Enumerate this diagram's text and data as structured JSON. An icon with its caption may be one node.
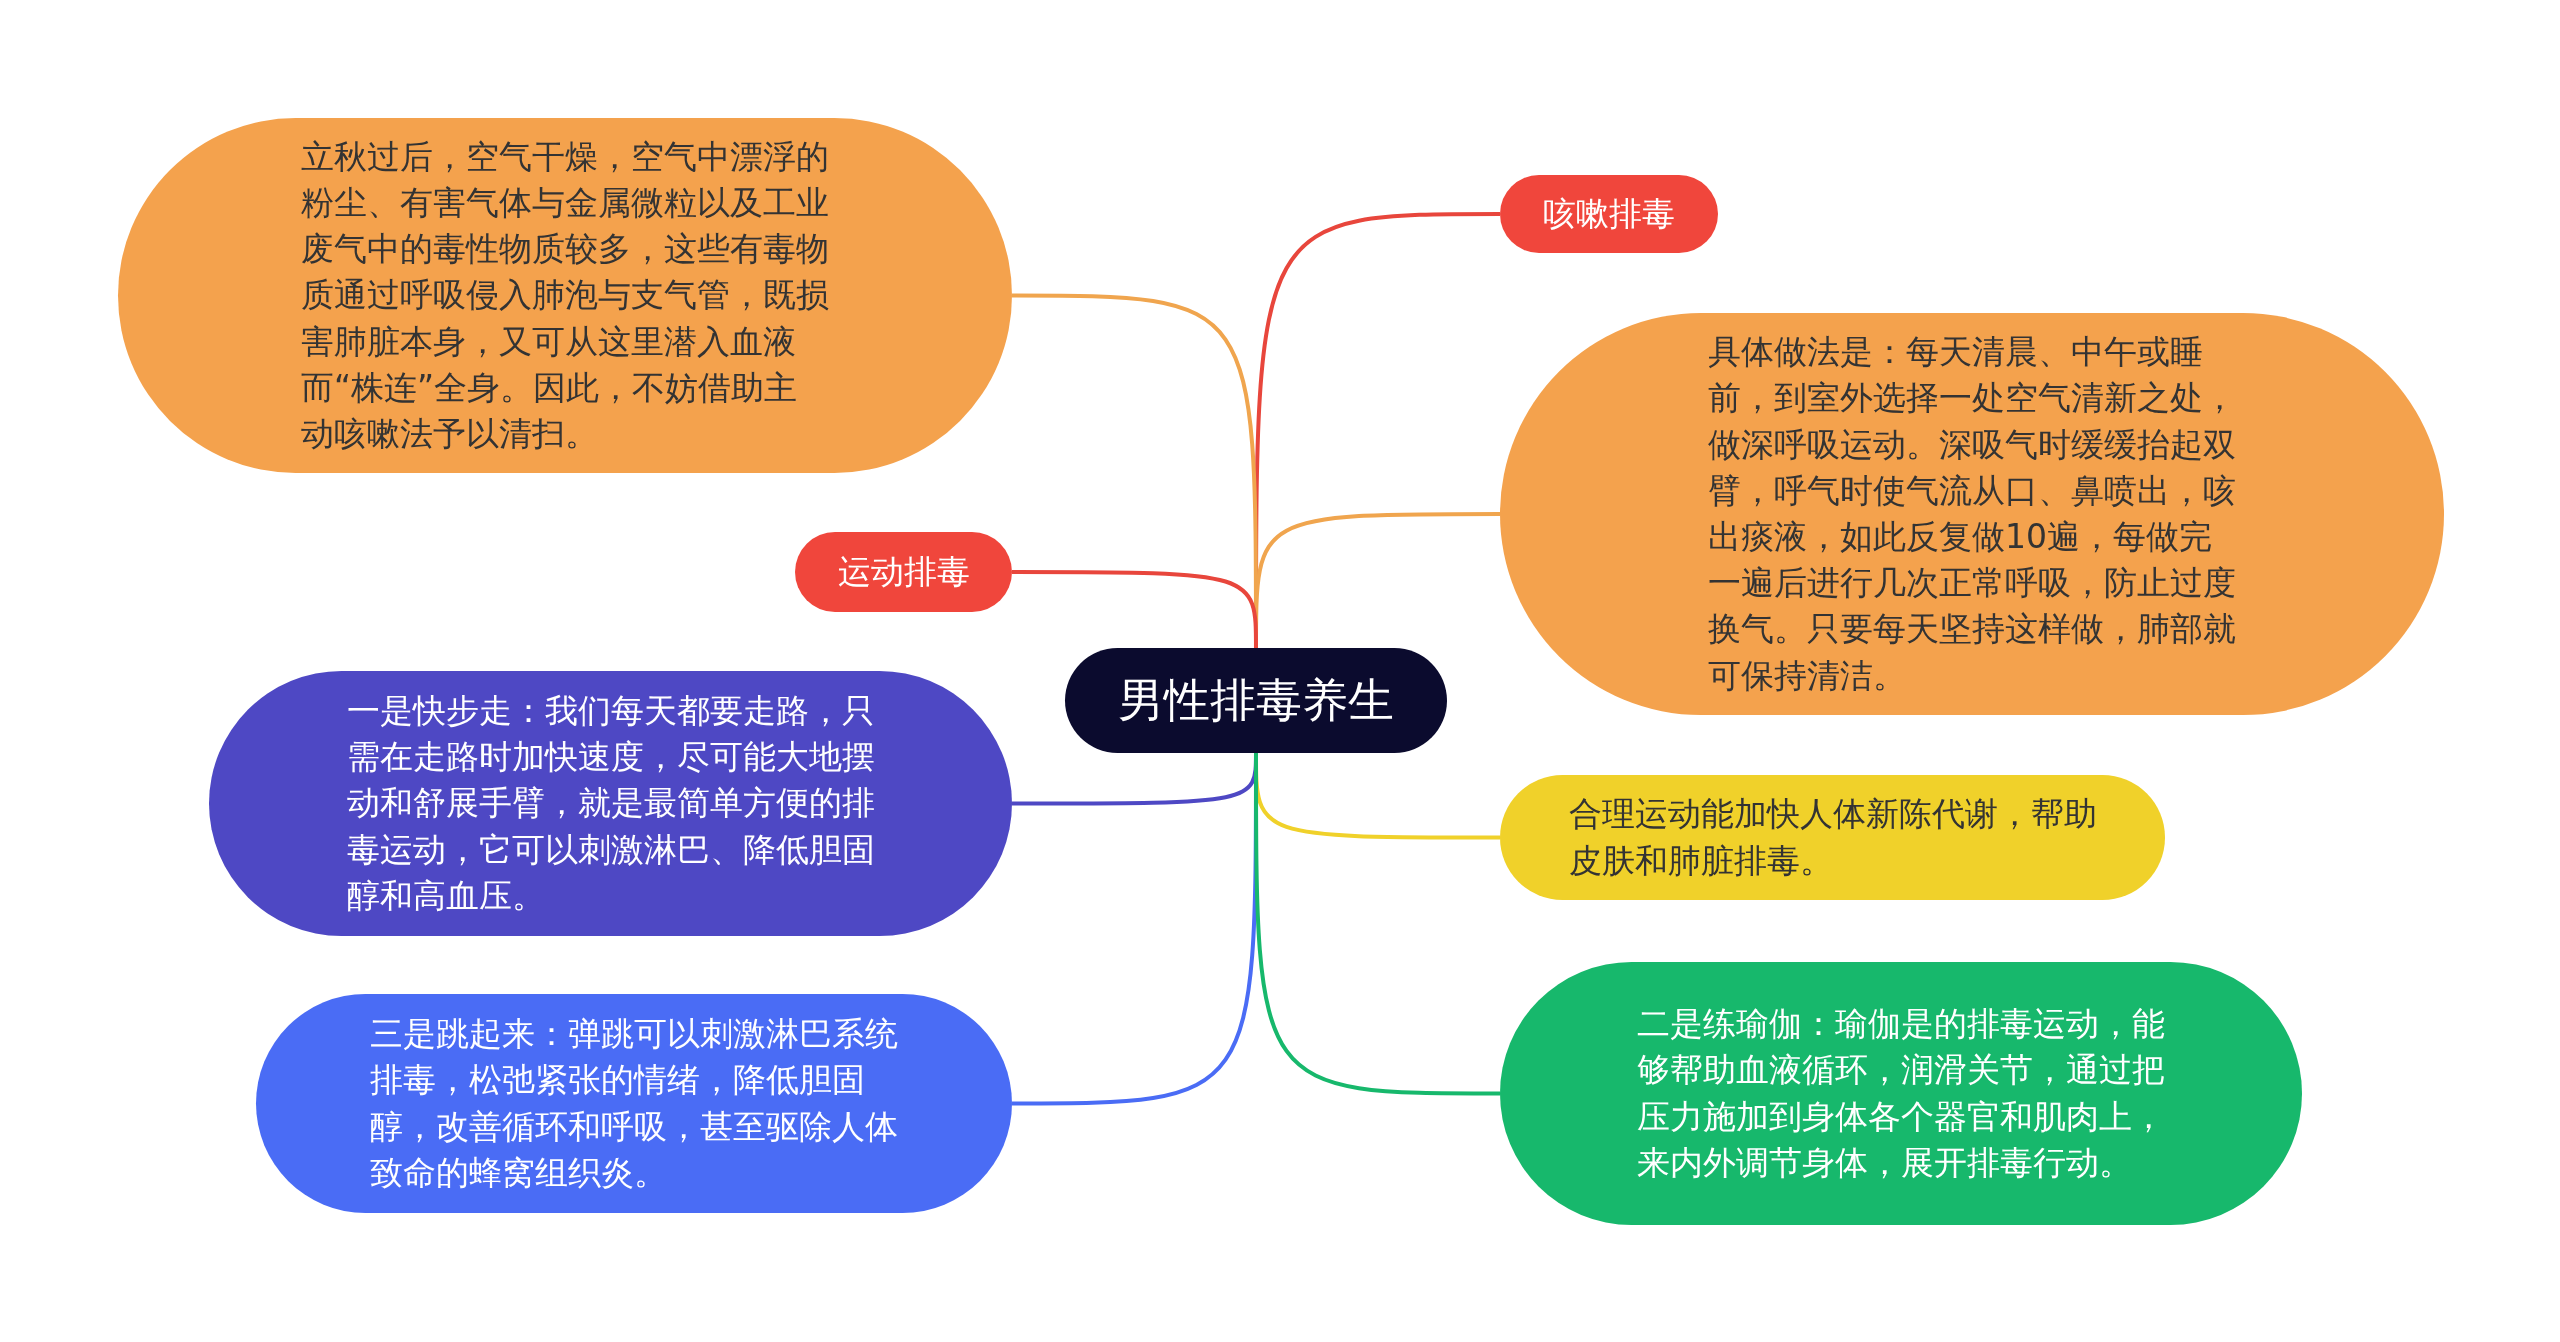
{
  "diagram": {
    "nodes": [
      {
        "text": [
          "男性排毒养生"
        ]
      },
      {
        "text": [
          "咳嗽排毒"
        ]
      },
      {
        "text": [
          "立秋过后，空气干燥，空气中漂浮的粉尘、有害气体与金属微粒以及工业废气中的毒性物质较多，这些有毒物质通过呼吸侵入肺泡与支气管，既损害肺脏本身，又可从这里潜入血液而“株连”全身。因此，不妨借助主动咳嗽法予以清扫。"
        ]
      },
      {
        "text": [
          "具体做法是：每天清晨、中午或睡前，到室外选择一处空气清新之处，做深呼吸运动。深吸气时缓缓抬起双臂，呼气时使气流从口、鼻喷出，咳出痰液，如此反复做10遍，每做完一遍后进行几次正常呼吸，防止过度换气。只要每天坚持这样做，肺部就可保持清洁。"
        ]
      },
      {
        "text": [
          "运动排毒"
        ]
      },
      {
        "text": [
          "一是快步走：我们每天都要走路，只需在走路时加快速度，尽可能大地摆动和舒展手臂，就是最简单方便的排毒运动，它可以刺激淋巴、降低胆固醇和高血压。"
        ]
      },
      {
        "text": [
          "合理运动能加快人体新陈代谢，帮助皮肤和肺脏排毒。"
        ]
      },
      {
        "text": [
          "三是跳起来：弹跳可以刺激淋巴系统排毒，松弛紧张的情绪，降低胆固醇，改善循环和呼吸，甚至驱除人体致命的蜂窝组织炎。"
        ]
      },
      {
        "text": [
          "二是练瑜伽：瑜伽是的排毒运动，能够帮助血液循环，润滑关节，通过把压力施加到身体各个器官和肌肉上，来内外调节身体，展开排毒行动。"
        ]
      }
    ],
    "edges": [
      {
        "from": 0,
        "to": 1,
        "arrow": "none",
        "color": "#e8463c"
      },
      {
        "from": 0,
        "to": 2,
        "arrow": "none",
        "color": "#f0a54e"
      },
      {
        "from": 0,
        "to": 3,
        "arrow": "none",
        "color": "#f0a54e"
      },
      {
        "from": 0,
        "to": 4,
        "arrow": "none",
        "color": "#e8463c"
      },
      {
        "from": 0,
        "to": 5,
        "arrow": "none",
        "color": "#4e48c4"
      },
      {
        "from": 0,
        "to": 6,
        "arrow": "none",
        "color": "#f0d12a"
      },
      {
        "from": 0,
        "to": 7,
        "arrow": "none",
        "color": "#4a6cf5"
      },
      {
        "from": 0,
        "to": 8,
        "arrow": "none",
        "color": "#17b86c"
      }
    ]
  }
}
